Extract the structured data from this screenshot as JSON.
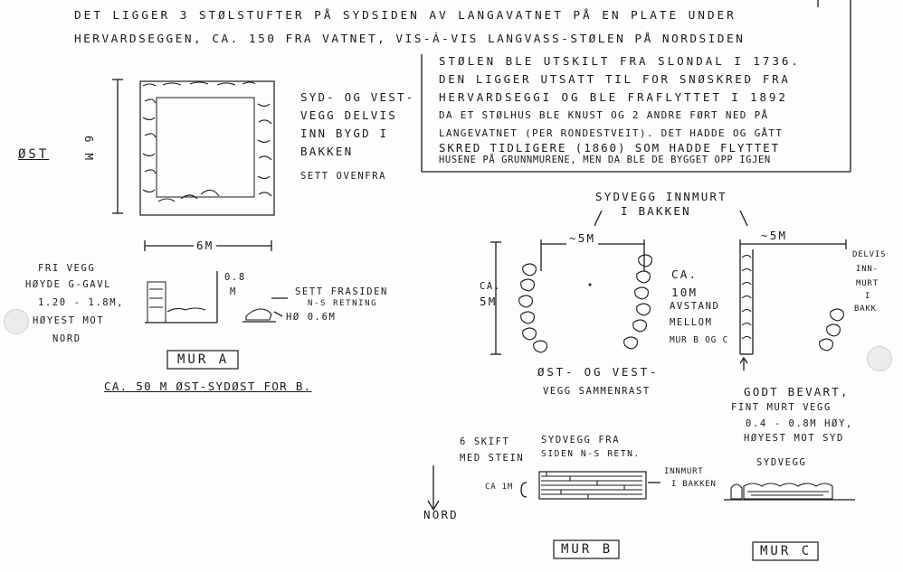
{
  "header": {
    "line1": "DET LIGGER 3 STØLSTUFTER PÅ SYDSIDEN AV LANGAVATNET PÅ EN PLATE UNDER",
    "line2": "HERVARDSEGGEN, CA. 150 FRA VATNET, VIS-Á-VIS LANGVASS-STØLEN PÅ NORDSIDEN"
  },
  "history_note": {
    "lines": [
      "STØLEN BLE UTSKILT FRA SLONDAL I 1736.",
      "DEN LIGGER UTSATT TIL FOR SNØSKRED FRA",
      "HERVARDSEGGI OG BLE FRAFLYTTET I 1892",
      "DA ET STØLHUS BLE KNUST OG 2 ANDRE FØRT NED PÅ",
      "LANGEVATNET (PER RONDESTVEIT). DET HADDE OG GÅTT",
      "SKRED TIDLIGERE (1860) SOM HADDE FLYTTET",
      "HUSENE PÅ GRUNNMURENE, MEN DA BLE DE BYGGET OPP IGJEN"
    ]
  },
  "mur_a": {
    "ost_label": "ØST",
    "height_dim": "6 M",
    "width_dim": "6M",
    "wall_note": [
      "SYD- OG VEST-",
      "VEGG DELVIS",
      "INN BYGD I",
      "BAKKEN"
    ],
    "view_note": "SETT OVENFRA",
    "free_wall": [
      "FRI VEGG",
      "HØYDE G-GAVL",
      "1.20 - 1.8M,",
      "HØYEST MOT",
      "NORD"
    ],
    "dim_08": [
      "0.8",
      "M"
    ],
    "side_view": [
      "SETT FRASIDEN",
      "N-S RETNING"
    ],
    "h06": "HØ 0.6M",
    "label": "MUR A",
    "location": "CA. 50 M ØST-SYDØST FOR B."
  },
  "mur_b": {
    "top_note": [
      "SYDVEGG INNMURT",
      "I BAKKEN"
    ],
    "width_dim": "~5M",
    "height_dim": [
      "CA.",
      "5M"
    ],
    "distance_note": [
      "CA.",
      "10M",
      "AVSTAND",
      "MELLOM",
      "MUR B og C"
    ],
    "walls_note": [
      "ØST- OG VEST-",
      "VEGG SAMMENRAST"
    ],
    "courses": [
      "6 SKIFT",
      "MED STEIN"
    ],
    "south_wall": [
      "SYDVEGG FRA",
      "SIDEN N-S RETN."
    ],
    "ca1m": "CA 1M",
    "nord": "NORD",
    "innmurt": [
      "INNMURT",
      "I BAKKEN"
    ],
    "label": "MUR B"
  },
  "mur_c": {
    "width_dim": "~5M",
    "delvis": [
      "DELVIS",
      "INN-",
      "MURT",
      "I",
      "BAKK"
    ],
    "good_note": [
      "GODT BEVART,",
      "FINT MURT VEGG",
      "0.4 - 0.8M HØY,",
      "HØYEST MOT SYD"
    ],
    "sydvegg": "SYDVEGG",
    "label": "MUR C"
  }
}
